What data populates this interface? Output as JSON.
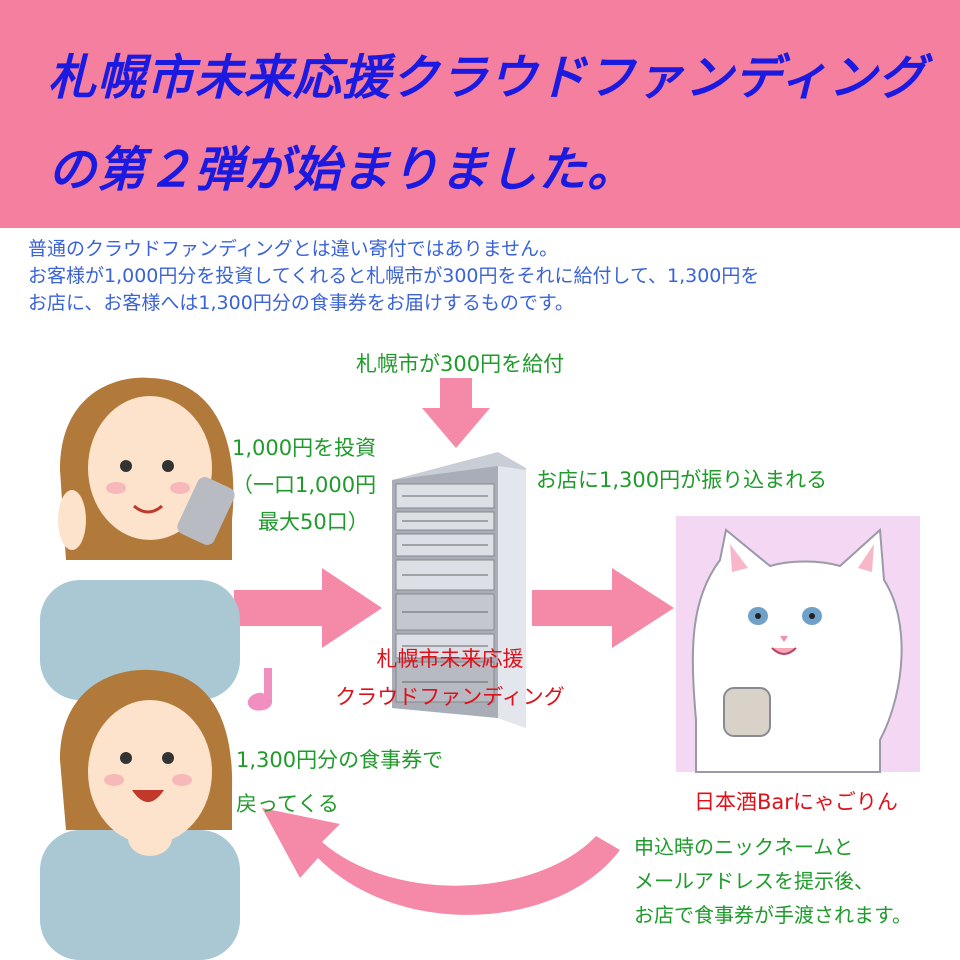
{
  "header": {
    "title_line1": "札幌市未来応援クラウドファンディング",
    "title_line2": "の第２弾が始まりました。",
    "bg_color": "#f57f9e",
    "title_color": "#1a1ae0"
  },
  "intro": {
    "line1": "普通のクラウドファンディングとは違い寄付ではありません。",
    "line2": "お客様が1,000円分を投資してくれると札幌市が300円をそれに給付して、1,300円を",
    "line3": "お店に、お客様へは1,300円分の食事券をお届けするものです。",
    "color": "#3a63d8"
  },
  "diagram": {
    "grant_label": "札幌市が300円を給付",
    "invest_line1": "1,000円を投資",
    "invest_line2": "（一口1,000円",
    "invest_line3": "最大50口）",
    "transfer_label": "お店に1,300円が振り込まれる",
    "fund_line1": "札幌市未来応援",
    "fund_line2": "クラウドファンディング",
    "return_line1": "1,300円分の食事券で",
    "return_line2": "戻ってくる",
    "shop_name": "日本酒Barにゃごりん",
    "note_line1": "申込時のニックネームと",
    "note_line2": "メールアドレスを提示後、",
    "note_line3": "お店で食事券が手渡されます。",
    "arrow_color": "#f589a8",
    "label_green": "#1e9b2a",
    "label_red": "#e0101a"
  }
}
